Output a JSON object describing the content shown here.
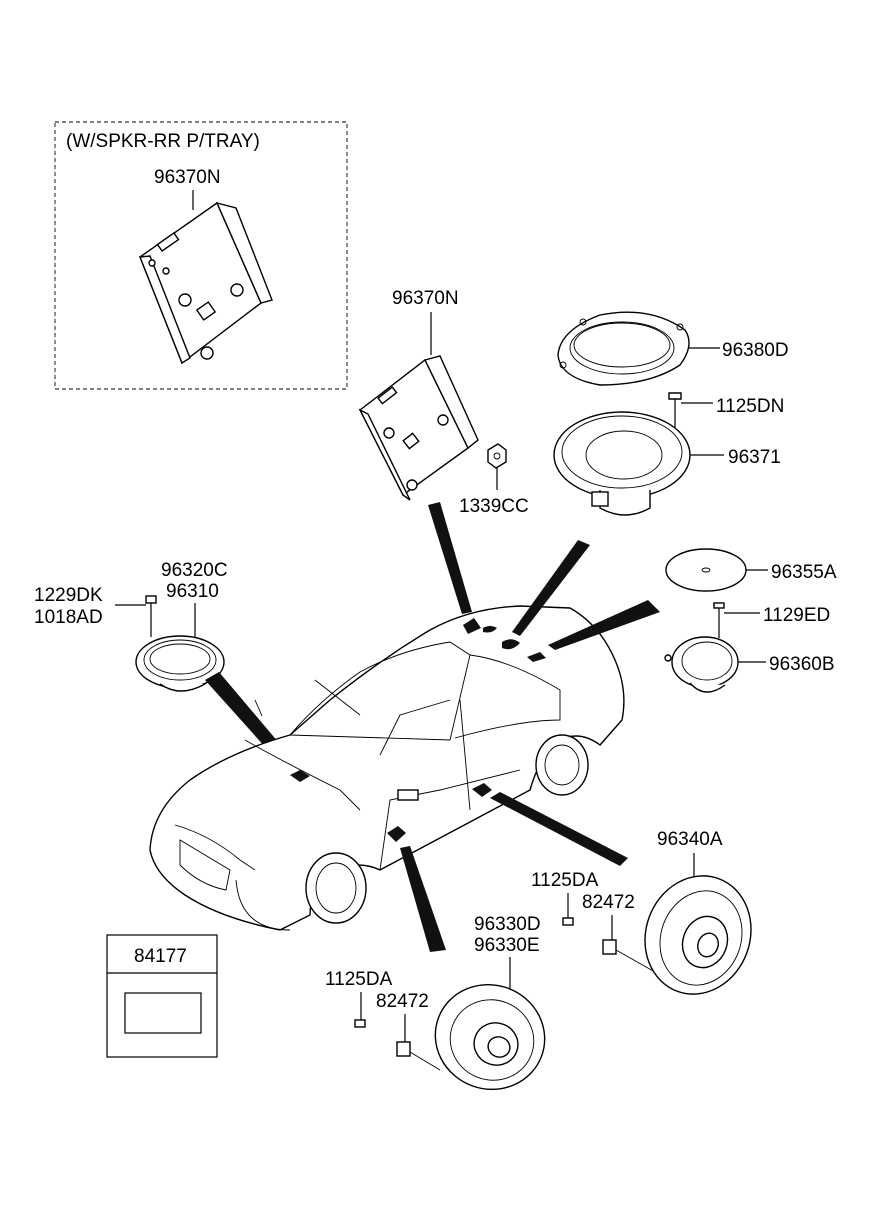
{
  "inset_box": {
    "title": "(W/SPKR-RR P/TRAY)",
    "part": "96370N"
  },
  "labels": {
    "amp_main": "96370N",
    "nut": "1339CC",
    "rear_grille": "96380D",
    "rear_screw": "1125DN",
    "rear_speaker": "96371",
    "tweeter_bracket": "96355A",
    "tweeter_screw": "1129ED",
    "tweeter": "96360B",
    "front_center_a": "96320C",
    "front_center_b": "96310",
    "center_screw_a": "1229DK",
    "center_screw_b": "1018AD",
    "rear_door_speaker": "96340A",
    "rear_door_screw": "1125DA",
    "rear_door_clip": "82472",
    "front_door_speaker_a": "96330D",
    "front_door_speaker_b": "96330E",
    "front_door_screw": "1125DA",
    "front_door_clip": "82472",
    "label_box": "84177"
  }
}
